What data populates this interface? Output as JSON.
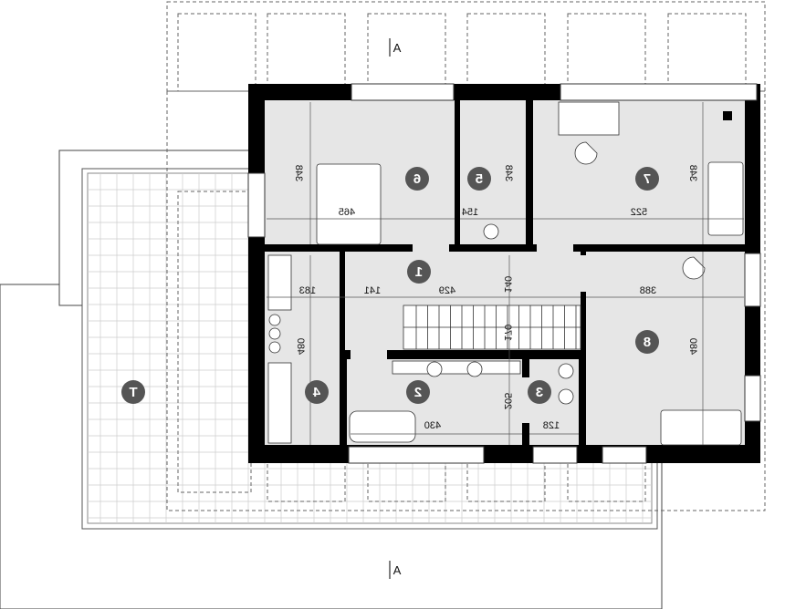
{
  "plan": {
    "section_marker_top": "A",
    "section_marker_bottom": "A",
    "rooms": [
      {
        "id": "6"
      },
      {
        "id": "5"
      },
      {
        "id": "7"
      },
      {
        "id": "1"
      },
      {
        "id": "8"
      },
      {
        "id": "4"
      },
      {
        "id": "2"
      },
      {
        "id": "3"
      },
      {
        "id": "T"
      }
    ],
    "dimensions": [
      "348",
      "465",
      "154",
      "348",
      "522",
      "348",
      "183",
      "141",
      "429",
      "140",
      "388",
      "170",
      "480",
      "480",
      "205",
      "430",
      "128"
    ],
    "colors": {
      "wall": "#000000",
      "floor": "#e6e6e6",
      "badge": "#555555",
      "line": "#333333"
    }
  }
}
